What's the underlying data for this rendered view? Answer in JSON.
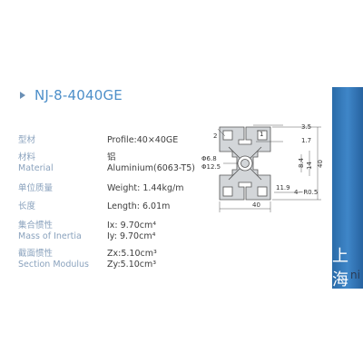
{
  "title": "NJ-8-4040GE",
  "specs": {
    "profile": {
      "label_cn": "型材",
      "value": "Profile:40×40GE"
    },
    "material": {
      "label_cn": "材料",
      "label_en": "Material",
      "value_cn": "铝",
      "value": "Aluminium(6063-T5)"
    },
    "weight": {
      "label_cn": "单位质量",
      "value": "Weight: 1.44kg/m"
    },
    "length": {
      "label_cn": "长度",
      "value": "Length: 6.01m"
    },
    "inertia": {
      "label_cn": "集合惯性",
      "label_en": "Mass of Inertia",
      "ix": "Ix: 9.70cm⁴",
      "iy": "Iy: 9.70cm⁴"
    },
    "modulus": {
      "label_cn": "截面惯性",
      "label_en": "Section Modulus",
      "zx": "Zx:5.10cm³",
      "zy": "Zy:5.10cm³"
    }
  },
  "drawing": {
    "dims": {
      "slot": "2",
      "d35": "3.5",
      "d1": "1",
      "d17": "1.7",
      "phi68": "Φ6.8",
      "phi125": "Φ12.5",
      "d84": "8.4",
      "d14": "14",
      "d40v": "40",
      "d119": "11.9",
      "radius": "4−R0.5",
      "d40h": "40"
    },
    "colors": {
      "profile_fill": "#d3d6d9",
      "profile_stroke": "#555555"
    }
  },
  "side": {
    "text_cn": "上海",
    "text_en": "ni"
  },
  "colors": {
    "title": "#4d8fc9",
    "label": "#8aa2bd",
    "value": "#3e3e3e",
    "panel": "#3f86c8"
  }
}
